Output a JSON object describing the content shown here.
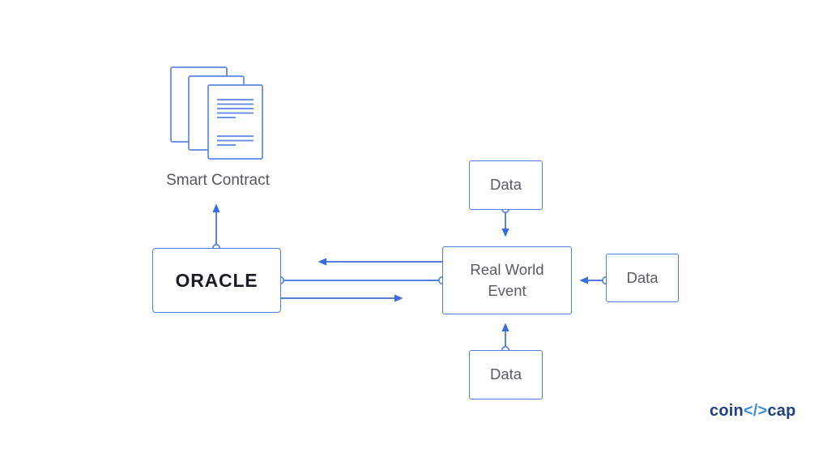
{
  "diagram": {
    "nodes": {
      "smart_contract": {
        "label": "Smart Contract"
      },
      "oracle": {
        "label": "ORACLE"
      },
      "real_world_event": {
        "label": "Real World Event"
      },
      "data_top": {
        "label": "Data"
      },
      "data_right": {
        "label": "Data"
      },
      "data_bottom": {
        "label": "Data"
      }
    },
    "edges": [
      {
        "from": "oracle",
        "to": "smart_contract",
        "style": "arrow-up"
      },
      {
        "from": "real_world_event",
        "to": "oracle",
        "style": "arrow-left"
      },
      {
        "from": "oracle",
        "to": "real_world_event",
        "style": "plain-line-with-connector-dots"
      },
      {
        "from": "oracle",
        "to": "real_world_event",
        "style": "arrow-right"
      },
      {
        "from": "data_top",
        "to": "real_world_event",
        "style": "arrow-down"
      },
      {
        "from": "data_right",
        "to": "real_world_event",
        "style": "arrow-left"
      },
      {
        "from": "data_bottom",
        "to": "real_world_event",
        "style": "arrow-up"
      }
    ],
    "colors": {
      "box_border": "#4d7ce2",
      "arrow": "#3a6ddc",
      "document_stroke": "#5d85e8",
      "label_gray": "#575b62",
      "oracle_text": "#191d24",
      "background": "#ffffff"
    }
  },
  "logo": {
    "part1": "coin",
    "part2": "</>",
    "part3": "cap",
    "navy": "#21427e",
    "azure": "#3f8dd9"
  }
}
